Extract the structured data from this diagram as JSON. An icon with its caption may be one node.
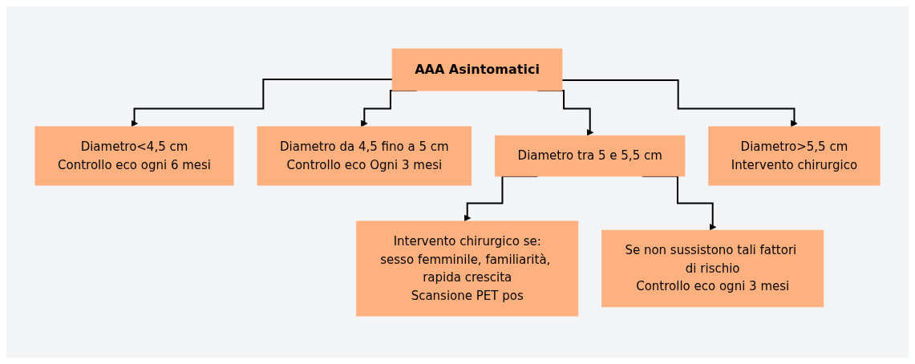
{
  "diagram": {
    "nodes": [
      {
        "text": [
          "AAA Asintomatici"
        ]
      },
      {
        "text": [
          "Diametro<4,5 cm",
          "Controllo eco ogni 6 mesi"
        ]
      },
      {
        "text": [
          "Diametro da 4,5 fino a 5 cm",
          "Controllo eco Ogni 3 mesi"
        ]
      },
      {
        "text": [
          "Diametro tra 5 e 5,5 cm"
        ]
      },
      {
        "text": [
          "Diametro>5,5 cm",
          "Intervento chirurgico"
        ]
      },
      {
        "text": [
          "Intervento chirurgico se:",
          "sesso femminile, familiarità, rapida crescita",
          "Scansione PET pos"
        ]
      },
      {
        "text": [
          "Se non sussistono tali fattori di rischio",
          "Controllo eco ogni 3 mesi"
        ]
      }
    ],
    "edges": [
      {
        "from": 0,
        "to": 1,
        "arrow": "to"
      },
      {
        "from": 0,
        "to": 2,
        "arrow": "to"
      },
      {
        "from": 0,
        "to": 3,
        "arrow": "to"
      },
      {
        "from": 0,
        "to": 4,
        "arrow": "to"
      },
      {
        "from": 3,
        "to": 5,
        "arrow": "to"
      },
      {
        "from": 3,
        "to": 6,
        "arrow": "to"
      }
    ]
  }
}
